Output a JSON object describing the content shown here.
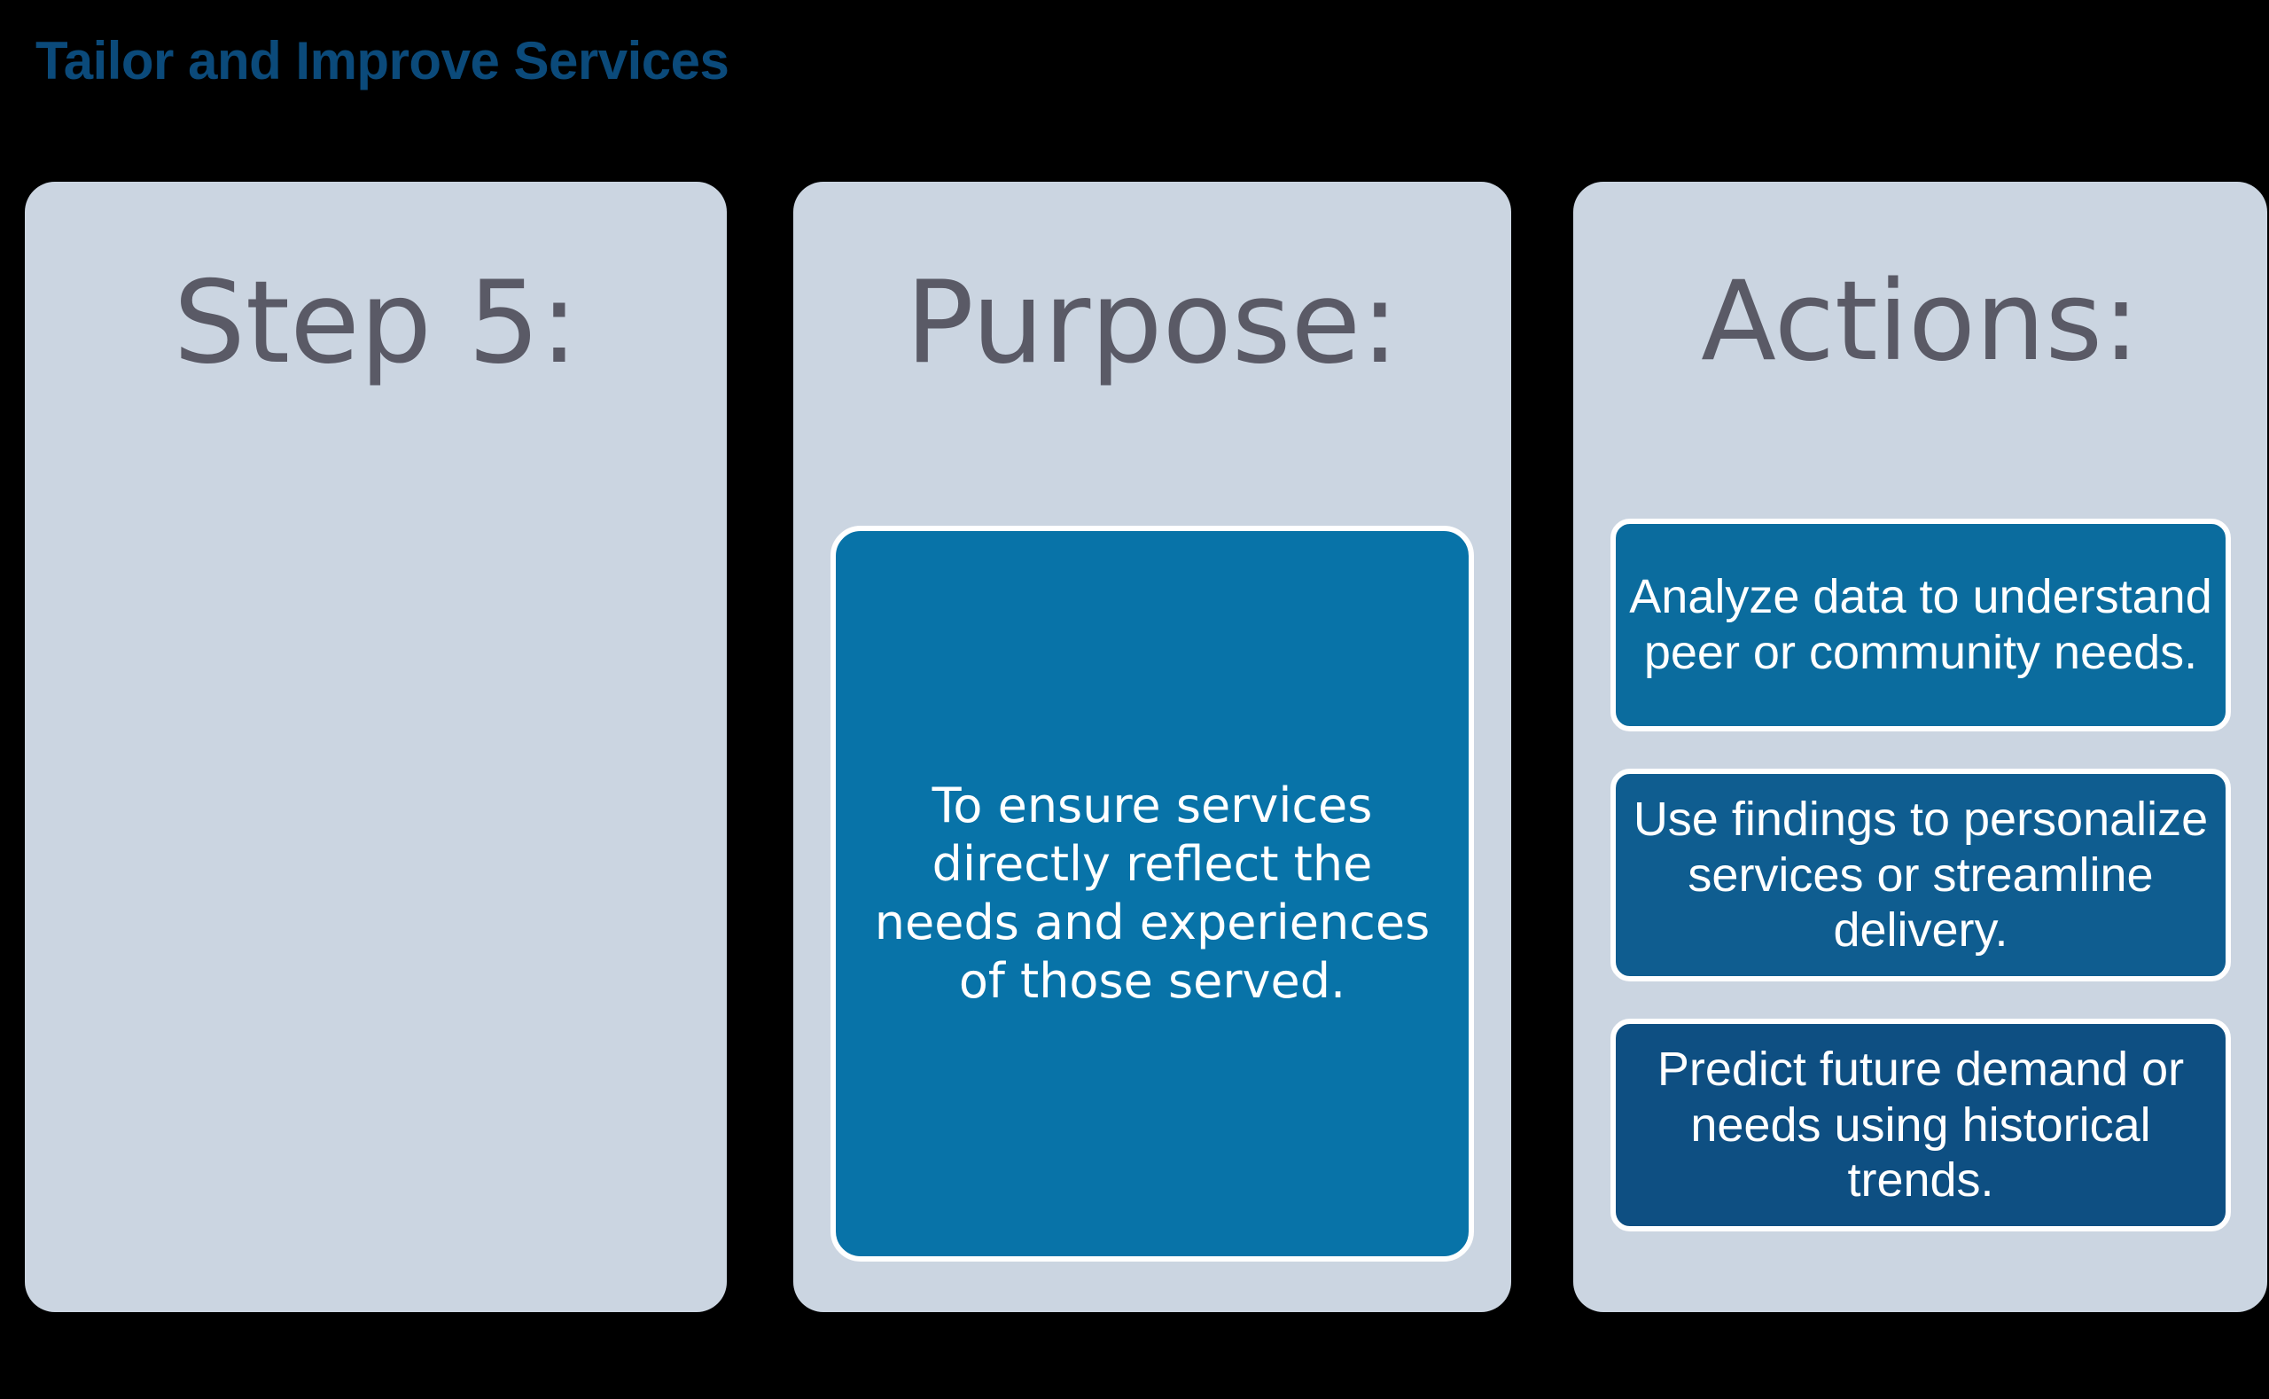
{
  "title": "Tailor and Improve Services",
  "colors": {
    "background": "#000000",
    "title_text": "#0B4A7A",
    "card_background": "#CBD5E1",
    "heading_text": "#5A5A66",
    "box_border": "#FFFFFF",
    "purpose_box": "#0873A8",
    "action_box_1": "#0B6C9E",
    "action_box_2": "#0F5D90",
    "action_box_3": "#0E4F82",
    "box_text": "#FFFFFF"
  },
  "panels": [
    {
      "id": "step",
      "heading": "Step 5:",
      "body": []
    },
    {
      "id": "purpose",
      "heading": "Purpose:",
      "body": [
        "To ensure services directly reflect the needs and experiences of those served."
      ]
    },
    {
      "id": "actions",
      "heading": "Actions:",
      "body": [
        "Analyze data to understand peer or community needs.",
        "Use findings to personalize services or streamline delivery.",
        "Predict future demand or needs using historical trends."
      ]
    }
  ]
}
